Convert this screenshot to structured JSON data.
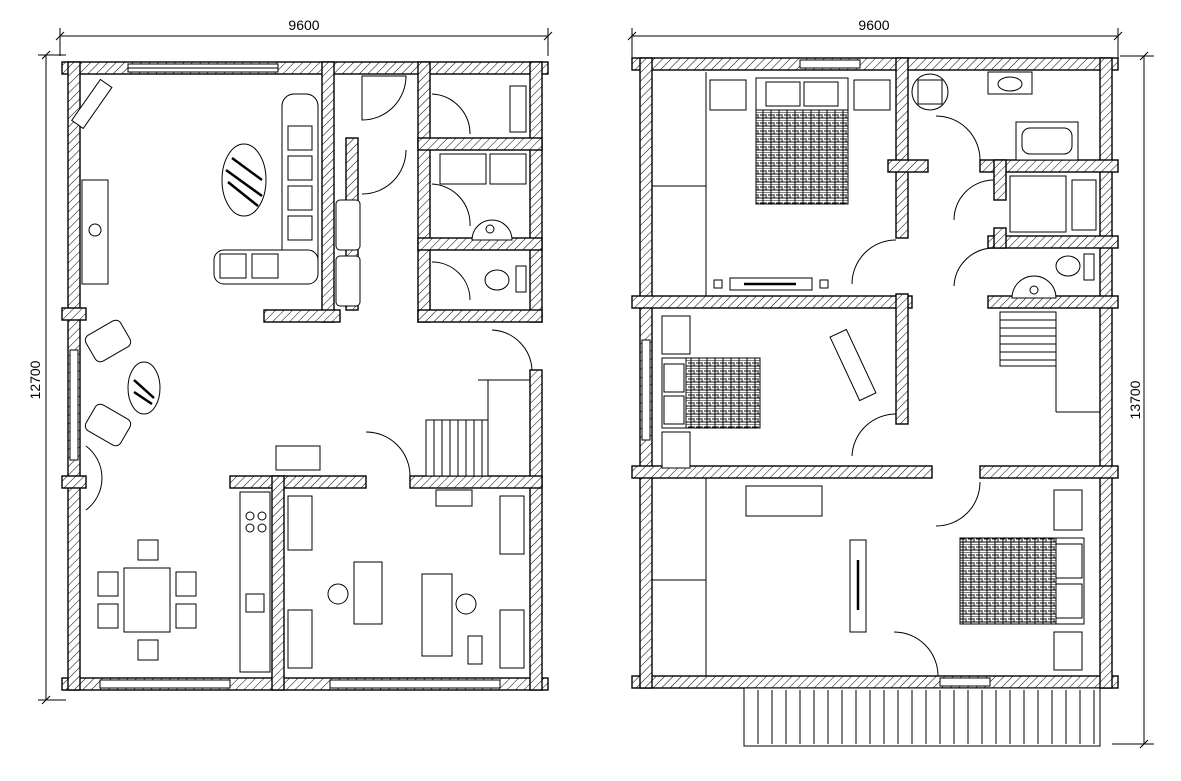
{
  "drawing": {
    "plans": [
      {
        "width_label": "9600",
        "height_label": "12700"
      },
      {
        "width_label": "9600",
        "height_label": "13700"
      }
    ]
  }
}
